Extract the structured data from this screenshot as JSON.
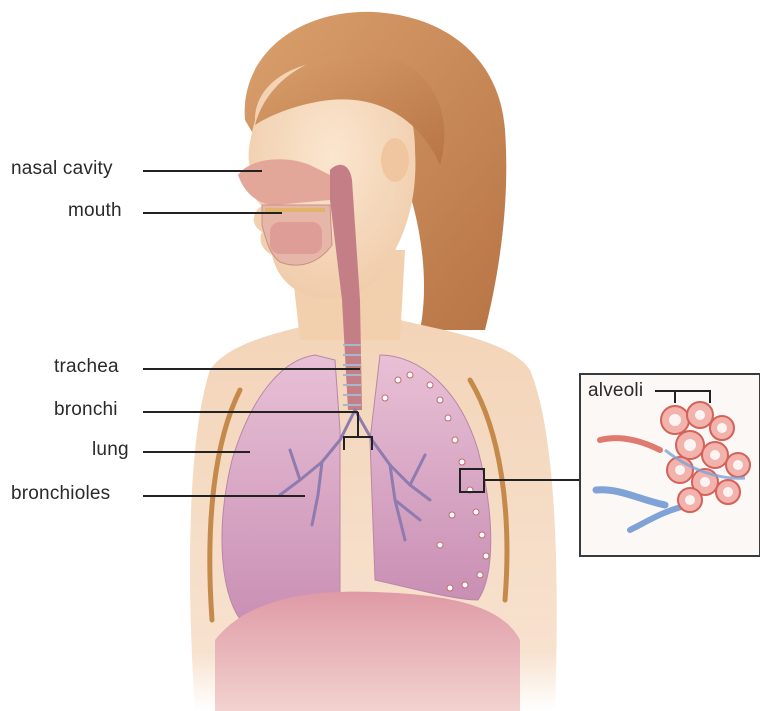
{
  "labels": {
    "nasal_cavity": "nasal cavity",
    "mouth": "mouth",
    "trachea": "trachea",
    "bronchi": "bronchi",
    "lung": "lung",
    "bronchioles": "bronchioles",
    "alveoli": "alveoli"
  },
  "colors": {
    "hair": "#c8895a",
    "skin": "#f6dcc0",
    "lung": "#d9a7c4",
    "diaphragm": "#d99aa8",
    "rib": "#c58a4a",
    "trachea": "#c47f86",
    "alveoli": "#e07a70",
    "vessel": "#7fa3d6",
    "leader_line": "#222222"
  }
}
